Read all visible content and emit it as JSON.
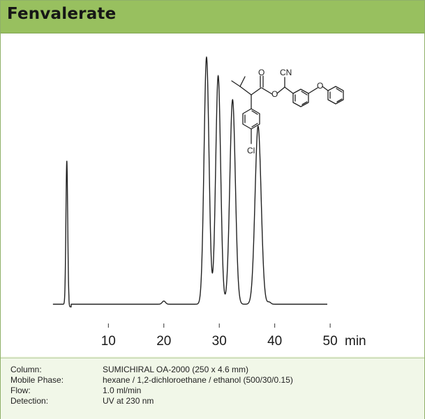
{
  "title": "Fenvalerate",
  "chart_data": {
    "type": "line",
    "title": "Fenvalerate",
    "xlabel": "min",
    "ylabel": "",
    "x_ticks": [
      10,
      20,
      30,
      40,
      50
    ],
    "xlim": [
      -2.5,
      52
    ],
    "ylim": [
      0,
      1
    ],
    "baseline": 0.02,
    "grid": false,
    "peaks": [
      {
        "rt": 2.5,
        "height": 0.54,
        "width": 0.16
      },
      {
        "rt": 20.0,
        "height": 0.012,
        "width": 0.3
      },
      {
        "rt": 27.7,
        "height": 0.93,
        "width": 0.45
      },
      {
        "rt": 29.8,
        "height": 0.86,
        "width": 0.45
      },
      {
        "rt": 32.4,
        "height": 0.77,
        "width": 0.5
      },
      {
        "rt": 37.0,
        "height": 0.67,
        "width": 0.55
      },
      {
        "rt": 39.0,
        "height": 0.008,
        "width": 0.3
      }
    ],
    "structure_labels": {
      "oxygen": "O",
      "nitrile": "CN",
      "chlorine": "Cl"
    }
  },
  "specs": [
    {
      "key": "Column:",
      "value": "SUMICHIRAL OA-2000 (250 x 4.6 mm)"
    },
    {
      "key": "Mobile Phase:",
      "value": "hexane / 1,2-dichloroethane / ethanol (500/30/0.15)"
    },
    {
      "key": "Flow:",
      "value": "1.0 ml/min"
    },
    {
      "key": "Detection:",
      "value": "UV at 230 nm"
    }
  ],
  "colors": {
    "header": "#98c05f",
    "panel": "#f3f8e9",
    "trace": "#222222"
  }
}
